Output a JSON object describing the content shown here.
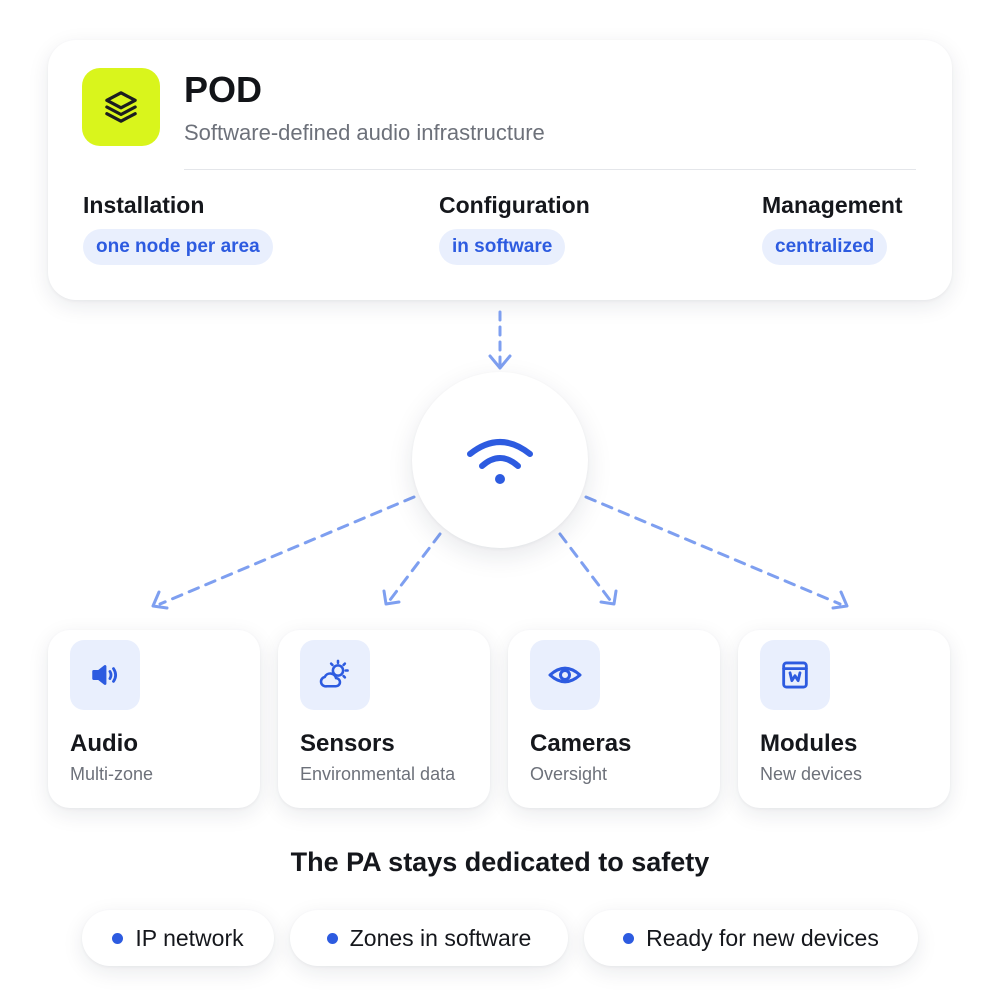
{
  "header": {
    "logo_icon": "layers-icon",
    "title": "POD",
    "subtitle": "Software-defined audio infrastructure"
  },
  "features": [
    {
      "label": "Installation",
      "value": "one node per area"
    },
    {
      "label": "Configuration",
      "value": "in software"
    },
    {
      "label": "Management",
      "value": "centralized"
    }
  ],
  "hub": {
    "icon": "wifi-icon"
  },
  "devices": [
    {
      "name": "Audio",
      "description": "Multi-zone",
      "icon": "speaker-icon"
    },
    {
      "name": "Sensors",
      "description": "Environmental data",
      "icon": "weather-sensor-icon"
    },
    {
      "name": "Cameras",
      "description": "Oversight",
      "icon": "eye-icon"
    },
    {
      "name": "Modules",
      "description": "New devices",
      "icon": "module-icon"
    }
  ],
  "footer": {
    "title": "The PA stays dedicated to safety",
    "points": [
      "IP network",
      "Zones in software",
      "Ready for new devices"
    ]
  },
  "colors": {
    "accent": "#2d5be0",
    "logo_background": "#d9f51c",
    "chip_background": "#e9effd",
    "connector": "#7e9ff0"
  }
}
